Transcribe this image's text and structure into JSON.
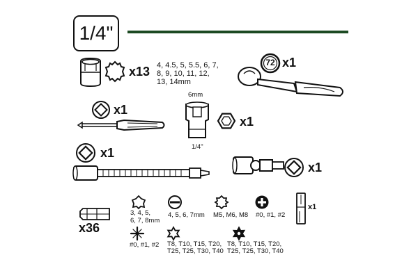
{
  "header": {
    "title": "1/4\""
  },
  "colors": {
    "rule": "#1c4a22",
    "ink": "#111111"
  },
  "items": {
    "sockets": {
      "qty": "x13",
      "sizes_l1": "4, 4.5, 5, 5.5, 6, 7,",
      "sizes_l2": "8, 9, 10, 11, 12,",
      "sizes_l3": "13, 14mm",
      "icon": "12-point-socket-icon"
    },
    "ratchet": {
      "teeth": "72",
      "qty": "x1",
      "icon": "ratchet-icon"
    },
    "screwdriver": {
      "qty": "x1",
      "icon": "bit-driver-icon"
    },
    "adapter": {
      "top_label": "6mm",
      "bottom_label": "1/4\"",
      "qty": "x1",
      "icon": "bit-adapter-icon"
    },
    "flex_extension": {
      "qty": "x1",
      "icon": "flexible-extension-icon"
    },
    "universal_joint": {
      "qty": "x1",
      "icon": "universal-joint-icon"
    },
    "bits": {
      "qty": "x36",
      "icon": "bits-icon"
    },
    "hex_bits": {
      "l1": "3, 4, 5,",
      "l2": "6, 7, 8mm"
    },
    "slotted_bits": {
      "label": "4, 5, 6, 7mm"
    },
    "spline_bits": {
      "label": "M5, M6, M8"
    },
    "phillips_bits": {
      "label": "#0, #1, #2"
    },
    "pozi_bits": {
      "label": "#0, #1, #2"
    },
    "torx_bits": {
      "l1": "T8, T10, T15, T20,",
      "l2": "T25, T25, T30, T40"
    },
    "torx_tamper_bits": {
      "l1": "T8, T10, T15, T20,",
      "l2": "T25, T25, T30, T40"
    },
    "bit_holder": {
      "qty": "x1",
      "icon": "bit-holder-icon"
    }
  }
}
